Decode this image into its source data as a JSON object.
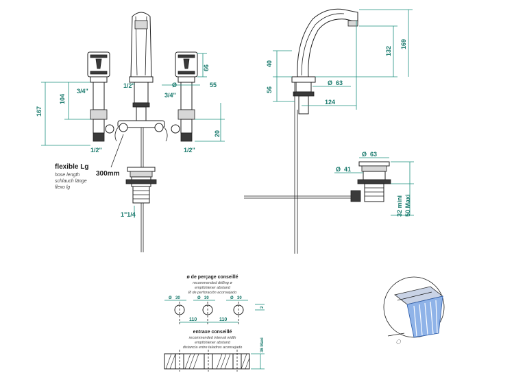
{
  "front_view": {
    "dims": {
      "d167": "167",
      "d104": "104",
      "d66": "66",
      "d55": "55",
      "d20": "20",
      "inlet_3_4_left": "3/4\"",
      "inlet_3_4_right": "3/4\"",
      "spout_1_2": "1/2\"",
      "outlet_1_2_left": "1/2\"",
      "outlet_1_2_right": "1/2\"",
      "waste_thread": "1\"1/4",
      "dia_symbol": "Ø"
    },
    "hose": {
      "title": "flexible Lg",
      "translations": [
        "hose length",
        "schlauch länge",
        "flexo lg"
      ],
      "length": "300mm"
    }
  },
  "side_view": {
    "dims": {
      "d40": "40",
      "d56": "56",
      "d63": "63",
      "d124": "124",
      "d132": "132",
      "d169": "169",
      "dia_symbol": "Ø"
    }
  },
  "waste_view": {
    "dims": {
      "d63": "63",
      "d41": "41",
      "d32_mini": "32 mini",
      "d50_maxi": "50 Maxi",
      "dia_symbol": "Ø"
    }
  },
  "drilling": {
    "title": "ø de perçage conseillé",
    "translations": [
      "recommended drilling ø",
      "empfohlener abstand",
      "Ø de perforación aconsejado"
    ],
    "holes": [
      "30",
      "30",
      "30"
    ],
    "spacing": [
      "110",
      "110"
    ],
    "small_dim": "2",
    "dia_symbol": "Ø"
  },
  "interval": {
    "title": "entraxe conseillé",
    "translations": [
      "recommended interval width",
      "empfohlener abstand",
      "distancia entre taladros aconsejado"
    ],
    "max_dim": "36 Maxi"
  }
}
